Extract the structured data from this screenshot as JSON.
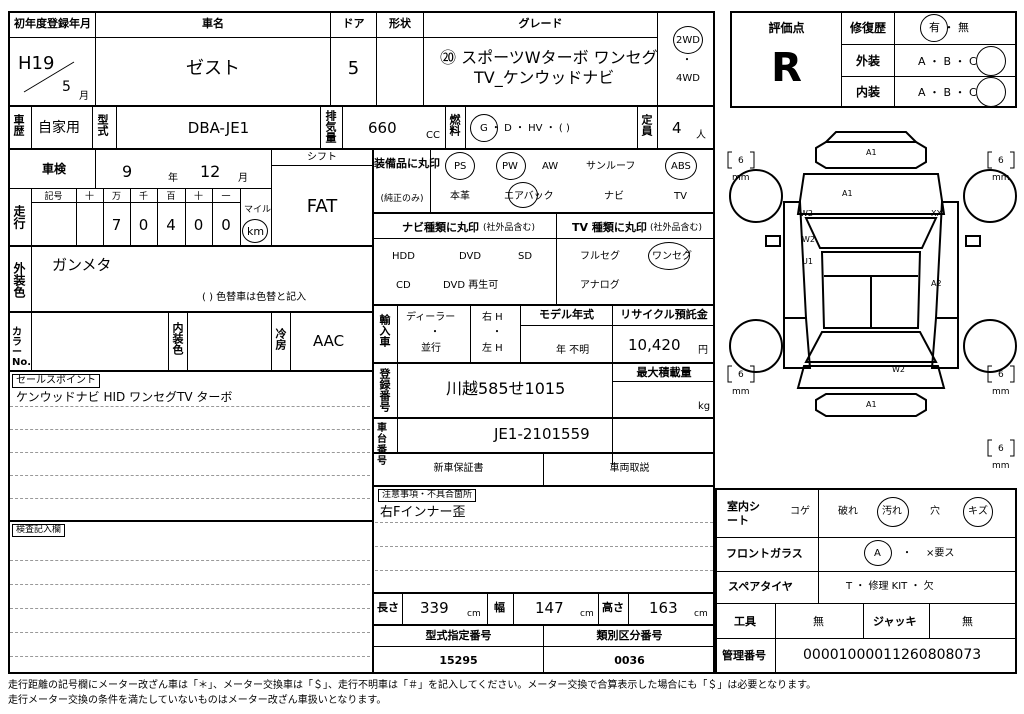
{
  "header": {
    "first_reg_label": "初年度登録年月",
    "first_reg_era": "H19",
    "first_reg_month": "5",
    "first_reg_month_unit": "月",
    "car_name_label": "車名",
    "car_name": "ゼスト",
    "door_label": "ドア",
    "doors": "5",
    "shape_label": "形状",
    "grade_label": "グレード",
    "grade_line1": "⑳ スポーツWターボ ワンセグ",
    "grade_line2": "TV_ケンウッドナビ",
    "drive_2wd": "2WD",
    "drive_4wd": "4WD",
    "drive_dot": "・"
  },
  "row2": {
    "usage_label": "車歴",
    "usage": "自家用",
    "model_label": "型式",
    "model": "DBA-JE1",
    "displacement_label": "排気量",
    "displacement": "660",
    "cc": "CC",
    "fuel_label": "燃料",
    "fuel_options": "G ・ D ・ HV ・ (          )",
    "capacity_label": "定員",
    "capacity": "4",
    "capacity_unit": "人"
  },
  "rating": {
    "score_label": "評価点",
    "score": "R",
    "repair_label": "修復歴",
    "repair_value": "有 ・ 無",
    "exterior_label": "外装",
    "exterior_value": "A ・ B ・ C",
    "interior_label": "内装",
    "interior_value": "A ・ B ・ C"
  },
  "inspection": {
    "label": "車検",
    "year": "9",
    "year_unit": "年",
    "month": "12",
    "month_unit": "月",
    "shift_label": "シフト",
    "shift": "FAT",
    "mileage_label": "走行",
    "digit_headers": [
      "記号",
      "十",
      "万",
      "千",
      "百",
      "十",
      "一"
    ],
    "digits": [
      "",
      "",
      "7",
      "0",
      "4",
      "0",
      "0"
    ],
    "mile_label": "マイル",
    "km": "km"
  },
  "color": {
    "label": "外装色",
    "value": "ガンメタ",
    "change_note": "(            ) 色替車は色替と記入",
    "color_no_label": "カラーNo.",
    "interior_color_label": "内装色",
    "cooling_label": "冷房",
    "cooling": "AAC"
  },
  "sales_point": {
    "label": "セールスポイント",
    "text": "ケンウッドナビ  HID  ワンセグTV  ターボ",
    "inspection_label": "検査記入欄"
  },
  "equipment": {
    "label": "装備品に丸印",
    "sub": "(純正のみ)",
    "row1": [
      "PS",
      "PW",
      "AW",
      "サンルーフ",
      "ABS"
    ],
    "row2": [
      "本革",
      "エアバック",
      "ナビ",
      "TV"
    ],
    "navi_label": "ナビ種類に丸印",
    "navi_sub": "(社外品含む)",
    "navi_row1": [
      "HDD",
      "DVD",
      "SD"
    ],
    "navi_row2": [
      "CD",
      "DVD 再生可"
    ],
    "tv_label": "TV 種類に丸印",
    "tv_sub": "(社外品含む)",
    "tv_row1": [
      "フルセグ",
      "ワンセグ"
    ],
    "tv_row2": [
      "アナログ"
    ]
  },
  "import": {
    "label": "輸入車",
    "dealer": "ディーラー",
    "parallel": "並行",
    "right_h": "右 H",
    "left_h": "左 H",
    "model_year_label": "モデル年式",
    "model_year": "年    不明",
    "recycle_label": "リサイクル預託金",
    "recycle": "10,420",
    "yen": "円"
  },
  "registration": {
    "label": "登録番号",
    "number": "川越585せ1015",
    "max_load_label": "最大積載量",
    "kg": "kg",
    "chassis_label": "車台番号",
    "chassis": "JE1-2101559",
    "warranty": "新車保証書",
    "manual": "車両取説",
    "notes_label": "注意事項・不具合箇所",
    "notes": "右Fインナー歪"
  },
  "dims": {
    "length_label": "長さ",
    "length": "339",
    "width_label": "幅",
    "width": "147",
    "height_label": "高さ",
    "height": "163",
    "cm": "cm",
    "type_no_label": "型式指定番号",
    "type_no": "15295",
    "class_no_label": "類別区分番号",
    "class_no": "0036"
  },
  "condition": {
    "seat_label": "室内シート",
    "seat_options": [
      "コゲ",
      "破れ",
      "汚れ",
      "穴",
      "キズ"
    ],
    "glass_label": "フロントガラス",
    "glass_options": [
      "A",
      "・",
      "×要ス"
    ],
    "spare_label": "スペアタイヤ",
    "spare_options": "T  ・  修理 KIT  ・  欠",
    "tools_label": "工具",
    "tools": "無",
    "jack_label": "ジャッキ",
    "jack": "無",
    "manage_label": "管理番号",
    "manage_no": "00001000011260808073"
  },
  "diagram": {
    "labels": [
      "A1",
      "A1",
      "W2",
      "W2",
      "U1",
      "XX",
      "A2",
      "W2",
      "A1"
    ],
    "mm": "mm",
    "six": "6"
  },
  "footer": {
    "line1": "走行距離の記号欄にメーター改ざん車は「＊」、メーター交換車は「＄」、走行不明車は「＃」を記入してください。メーター交換で合算表示した場合にも「＄」は必要となります。",
    "line2": "走行メーター交換の条件を満たしていないものはメーター改ざん車扱いとなります。"
  }
}
